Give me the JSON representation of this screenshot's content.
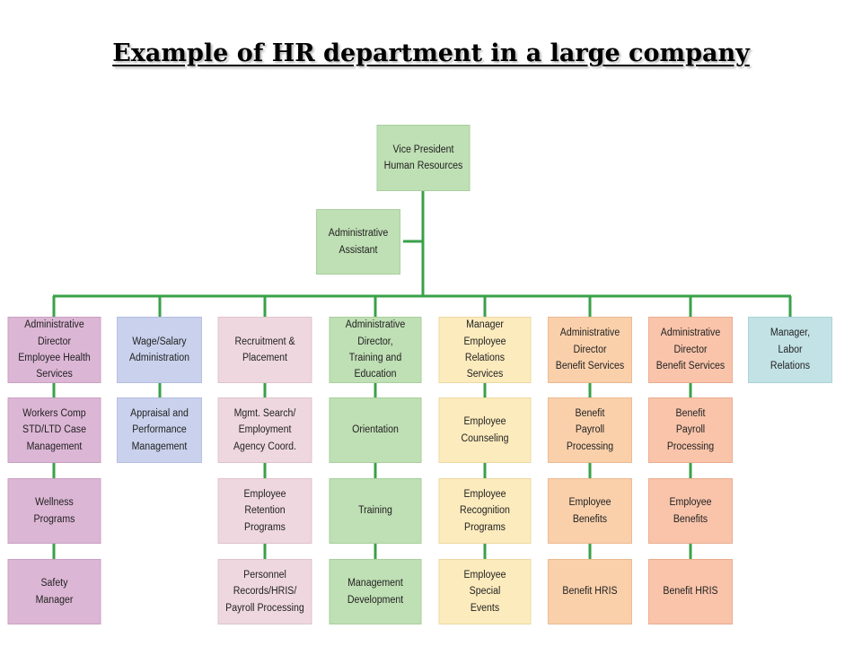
{
  "title": "Example of HR department in a large company",
  "colors": {
    "connector": "#3aa048",
    "green": "#bfdfb4",
    "purple": "#dcb6d5",
    "blue": "#c9d1ec",
    "pink": "#eed7df",
    "yellow": "#fcebbd",
    "orange": "#fad0ab",
    "salmon": "#f9c4aa",
    "cyan": "#c2e2e6"
  },
  "chart": {
    "vp": "Vice President\nHuman Resources",
    "assistant": "Administrative\nAssistant",
    "columns": [
      {
        "head": "Administrative Director\nEmployee Health\nServices",
        "items": [
          "Workers Comp\nSTD/LTD Case\nManagement",
          "Wellness\nPrograms",
          "Safety\nManager"
        ]
      },
      {
        "head": "Wage/Salary\nAdministration",
        "items": [
          "Appraisal and\nPerformance\nManagement"
        ]
      },
      {
        "head": "Recruitment &\nPlacement",
        "items": [
          "Mgmt. Search/\nEmployment\nAgency Coord.",
          "Employee\nRetention\nPrograms",
          "Personnel\nRecords/HRIS/\nPayroll Processing"
        ]
      },
      {
        "head": "Administrative Director,\nTraining and\nEducation",
        "items": [
          "Orientation",
          "Training",
          "Management\nDevelopment"
        ]
      },
      {
        "head": "Manager\nEmployee Relations\nServices",
        "items": [
          "Employee\nCounseling",
          "Employee\nRecognition\nPrograms",
          "Employee\nSpecial\nEvents"
        ]
      },
      {
        "head": "Administrative\nDirector\nBenefit Services",
        "items": [
          "Benefit\nPayroll\nProcessing",
          "Employee\nBenefits",
          "Benefit HRIS"
        ]
      },
      {
        "head": "Administrative\nDirector\nBenefit Services",
        "items": [
          "Benefit\nPayroll\nProcessing",
          "Employee\nBenefits",
          "Benefit HRIS"
        ]
      },
      {
        "head": "Manager,\nLabor\nRelations",
        "items": []
      }
    ]
  }
}
